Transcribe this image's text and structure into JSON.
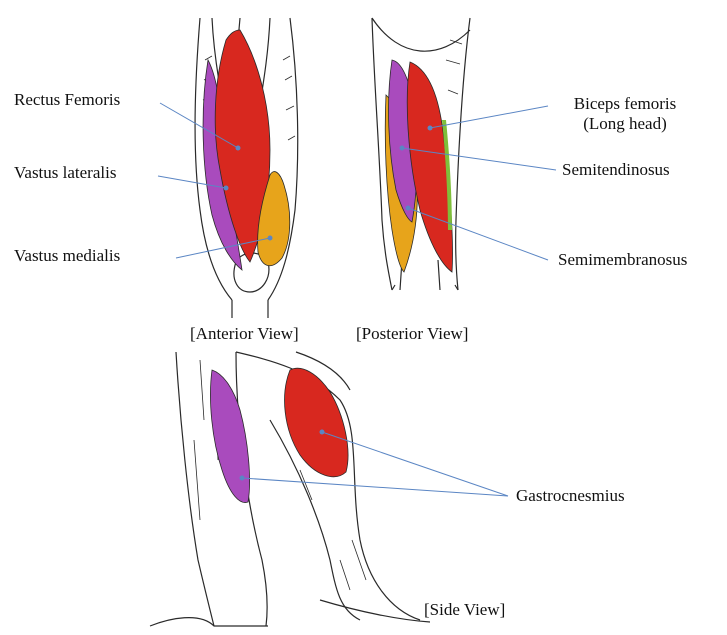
{
  "views": {
    "anterior": "[Anterior View]",
    "posterior": "[Posterior View]",
    "side": "[Side View]"
  },
  "labels": {
    "rectus_femoris": "Rectus Femoris",
    "vastus_lateralis": "Vastus lateralis",
    "vastus_medialis": "Vastus medialis",
    "biceps_femoris_line1": "Biceps femoris",
    "biceps_femoris_line2": "(Long head)",
    "semitendinosus": "Semitendinosus",
    "semimembranosus": "Semimembranosus",
    "gastrocnemius": "Gastrocnesmius"
  },
  "colors": {
    "red_muscle": "#d8281f",
    "purple_muscle": "#a94bbd",
    "orange_muscle": "#e7a41b",
    "green_muscle": "#7fbf3a",
    "leader_line": "#5b86c4",
    "sketch": "#2a2a2a"
  }
}
